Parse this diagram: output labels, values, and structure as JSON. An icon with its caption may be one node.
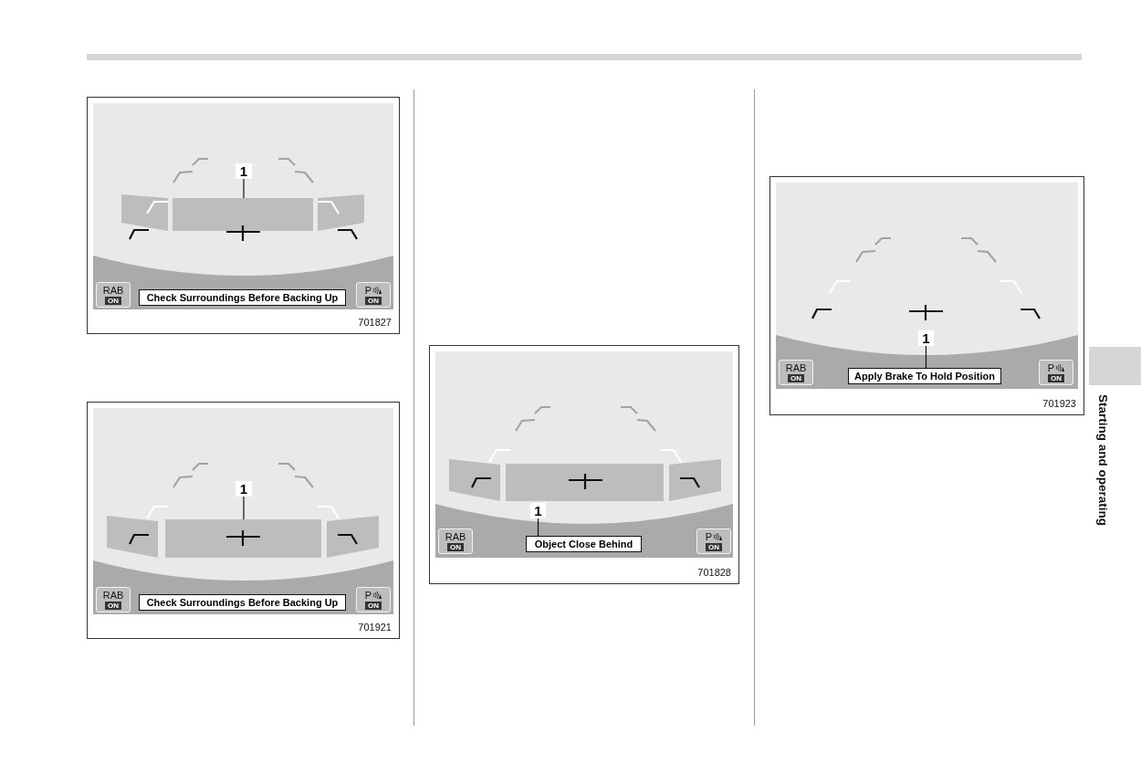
{
  "diagram": {
    "nodes": [
      {
        "text": [
          "701827"
        ]
      },
      {
        "text": [
          "1"
        ],
        "in": 0
      },
      {
        "text": [],
        "shape": "box",
        "in": 0
      },
      {
        "text": [
          "RAB",
          "ON"
        ],
        "in": 0
      },
      {
        "text": [
          "Check Surroundings Before Backing Up"
        ],
        "in": 0
      },
      {
        "text": [
          "P",
          "ON"
        ],
        "in": 0
      },
      {
        "text": [
          "701921"
        ]
      },
      {
        "text": [
          "1"
        ],
        "in": 6
      },
      {
        "text": [],
        "shape": "box",
        "in": 6
      },
      {
        "text": [
          "RAB",
          "ON"
        ],
        "in": 6
      },
      {
        "text": [
          "Check Surroundings Before Backing Up"
        ],
        "in": 6
      },
      {
        "text": [
          "P",
          "ON"
        ],
        "in": 6
      },
      {
        "text": [
          "701828"
        ]
      },
      {
        "text": [
          "1"
        ],
        "in": 12
      },
      {
        "text": [
          "RAB",
          "ON"
        ],
        "in": 12
      },
      {
        "text": [
          "Object Close Behind"
        ],
        "in": 12
      },
      {
        "text": [
          "P",
          "ON"
        ],
        "in": 12
      },
      {
        "text": [
          "701923"
        ]
      },
      {
        "text": [
          "1"
        ],
        "in": 17
      },
      {
        "text": [
          "RAB",
          "ON"
        ],
        "in": 17
      },
      {
        "text": [
          "Apply Brake To Hold Position"
        ],
        "in": 17
      },
      {
        "text": [
          "P",
          "ON"
        ],
        "in": 17
      }
    ],
    "edges": [
      {
        "from": 1,
        "to": 2,
        "arrow": "none"
      },
      {
        "from": 7,
        "to": 8,
        "arrow": "none"
      },
      {
        "from": 13,
        "to": 15,
        "arrow": "none"
      },
      {
        "from": 18,
        "to": 20,
        "arrow": "none"
      }
    ],
    "labels": [
      "Starting and operating"
    ]
  }
}
